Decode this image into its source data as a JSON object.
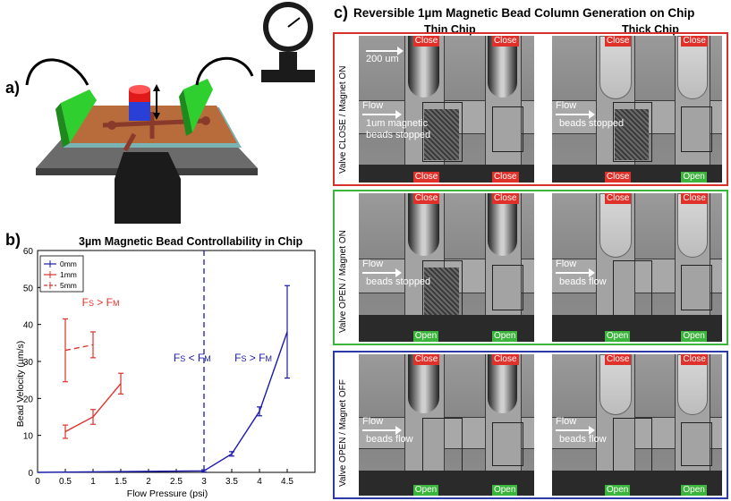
{
  "panels": {
    "a": {
      "letter": "a)"
    },
    "b": {
      "letter": "b)"
    },
    "c": {
      "letter": "c)",
      "title": "Reversible 1µm Magnetic Bead Column Generation on Chip"
    }
  },
  "chart_data": {
    "type": "line",
    "title": "3µm Magnetic Bead Controllability in Chip",
    "xlabel": "Flow Pressure (psi)",
    "ylabel": "Bead Velocity (µm/s)",
    "xlim": [
      0,
      5
    ],
    "ylim": [
      0,
      60
    ],
    "xticks": [
      0,
      0.5,
      1,
      1.5,
      2,
      2.5,
      3,
      3.5,
      4,
      4.5
    ],
    "yticks": [
      0,
      10,
      20,
      30,
      40,
      50,
      60
    ],
    "legend_position": "top-left",
    "series": [
      {
        "name": "0mm",
        "color": "#1a1aaa",
        "style": "solid",
        "x": [
          0,
          3,
          3.5,
          4,
          4.5
        ],
        "y": [
          0,
          0.4,
          5,
          16.5,
          38
        ],
        "err": [
          0,
          0.3,
          0.6,
          1.2,
          12.5
        ]
      },
      {
        "name": "1mm",
        "color": "#e0302a",
        "style": "solid",
        "x": [
          0.5,
          1,
          1.5
        ],
        "y": [
          11,
          15,
          24
        ],
        "err": [
          1.8,
          2,
          2.8
        ]
      },
      {
        "name": "5mm",
        "color": "#e0302a",
        "style": "dashed",
        "x": [
          0.5,
          1
        ],
        "y": [
          33,
          34.5
        ],
        "err": [
          8.5,
          3.5
        ]
      }
    ],
    "annotations": [
      {
        "text": "F",
        "sub1": "S",
        "op": " > F",
        "sub2": "M",
        "x": 0.8,
        "y": 45,
        "color": "#e0302a"
      },
      {
        "text": "F",
        "sub1": "S",
        "op": " < F",
        "sub2": "M",
        "x": 2.45,
        "y": 30,
        "color": "#1a1aaa"
      },
      {
        "text": "F",
        "sub1": "S",
        "op": " > F",
        "sub2": "M",
        "x": 3.55,
        "y": 30,
        "color": "#1a1aaa"
      }
    ],
    "vline_x": 3
  },
  "panel_c": {
    "columns": [
      "Thin Chip",
      "Thick Chip"
    ],
    "scale_bar": "200 um",
    "rows": [
      {
        "label": "Valve CLOSE / Magnet ON",
        "frame_color": "#d9302b",
        "cells": [
          {
            "top": [
              "Close",
              "Close"
            ],
            "bottom": [
              "Close",
              "Close"
            ],
            "flow": [
              "Flow",
              "1um magnetic",
              "beads stopped"
            ],
            "state": "stopped"
          },
          {
            "top": [
              "Close",
              "Close"
            ],
            "bottom": [
              "Close",
              "Open"
            ],
            "flow": [
              "Flow",
              "beads stopped"
            ],
            "state": "stopped"
          }
        ]
      },
      {
        "label": "Valve OPEN / Magnet ON",
        "frame_color": "#3cb53c",
        "cells": [
          {
            "top": [
              "Close",
              "Close"
            ],
            "bottom": [
              "Open",
              "Open"
            ],
            "flow": [
              "Flow",
              "beads stopped"
            ],
            "state": "stopped"
          },
          {
            "top": [
              "Close",
              "Close"
            ],
            "bottom": [
              "Open",
              "Open"
            ],
            "flow": [
              "Flow",
              "beads flow"
            ],
            "state": "flow"
          }
        ]
      },
      {
        "label": "Valve OPEN / Magnet OFF",
        "frame_color": "#2b3aa6",
        "cells": [
          {
            "top": [
              "Close",
              "Close"
            ],
            "bottom": [
              "Open",
              "Open"
            ],
            "flow": [
              "Flow",
              "beads flow"
            ],
            "state": "flow"
          },
          {
            "top": [
              "Close",
              "Close"
            ],
            "bottom": [
              "Open",
              "Open"
            ],
            "flow": [
              "Flow",
              "beads flow"
            ],
            "state": "flow"
          }
        ]
      }
    ]
  }
}
